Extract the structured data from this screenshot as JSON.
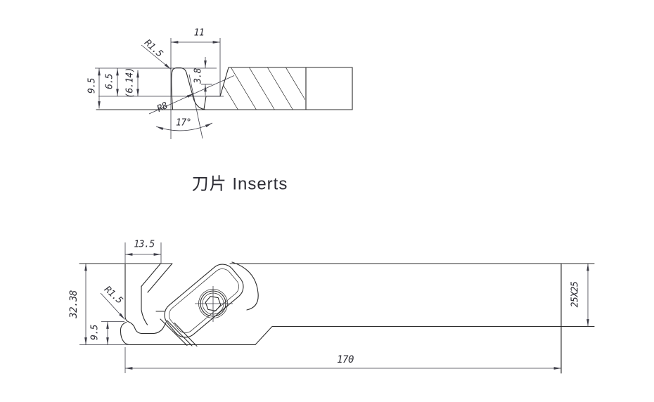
{
  "caption": "刀片 Inserts",
  "colors": {
    "background": "#ffffff",
    "line": "#2b2b2b",
    "dimension": "#3d3d47",
    "text": "#2b2b33"
  },
  "insert": {
    "dims": {
      "width": "11",
      "tip_radius": "R1.5",
      "height_total": "9.5",
      "height_edge": "6.5",
      "height_ref": "(6.14)",
      "edge_depth": "3.8",
      "base_radius": "R8",
      "relief_angle": "17°"
    }
  },
  "holder": {
    "dims": {
      "tip_offset": "13.5",
      "tip_radius": "R1.5",
      "height_total": "32.38",
      "tip_height": "9.5",
      "length": "170",
      "shank_section": "25X25"
    }
  }
}
